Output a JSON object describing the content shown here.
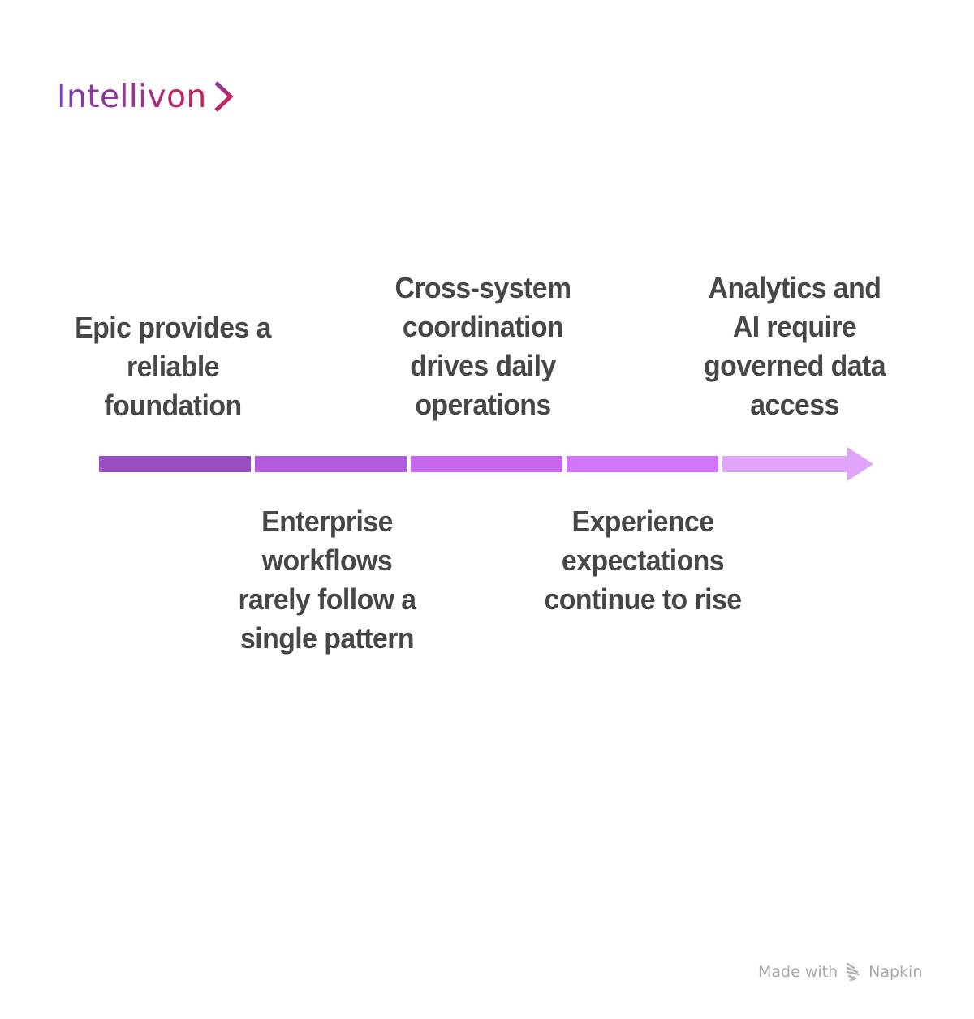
{
  "brand": {
    "name": "Intellivon",
    "gradient": [
      "#7b3fb3",
      "#d81f45"
    ]
  },
  "timeline": {
    "segment_colors": [
      "#9a4fc0",
      "#b05cdb",
      "#c668ee",
      "#d176fa",
      "#e0a4f8"
    ],
    "milestones": [
      {
        "position": "above",
        "text": "Epic provides a reliable foundation",
        "lines": [
          "Epic provides a",
          "reliable",
          "foundation"
        ]
      },
      {
        "position": "below",
        "text": "Enterprise workflows rarely follow a single pattern",
        "lines": [
          "Enterprise",
          "workflows",
          "rarely follow a",
          "single pattern"
        ]
      },
      {
        "position": "above",
        "text": "Cross-system coordination drives daily operations",
        "lines": [
          "Cross-system",
          "coordination",
          "drives daily",
          "operations"
        ]
      },
      {
        "position": "below",
        "text": "Experience expectations continue to rise",
        "lines": [
          "Experience",
          "expectations",
          "continue to rise"
        ]
      },
      {
        "position": "above",
        "text": "Analytics and AI require governed data access",
        "lines": [
          "Analytics and",
          "AI require",
          "governed data",
          "access"
        ]
      }
    ]
  },
  "footer": {
    "made_with": "Made with",
    "tool": "Napkin"
  }
}
